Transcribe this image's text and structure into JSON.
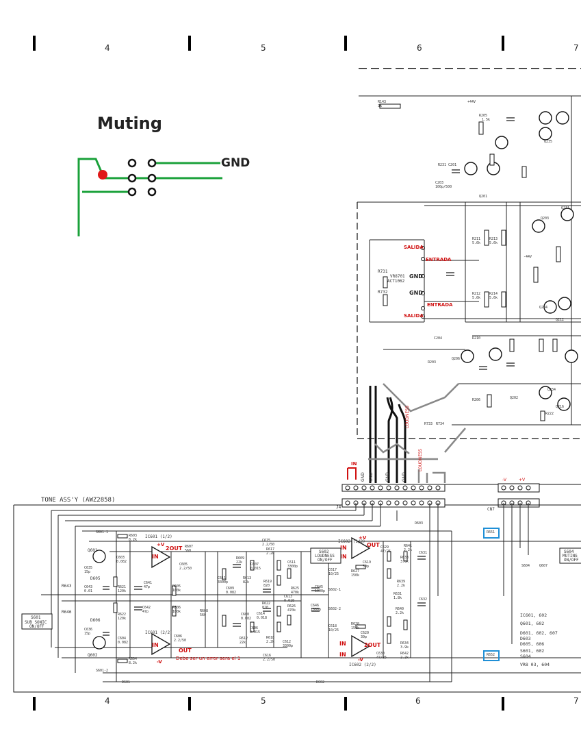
{
  "grid": {
    "top": [
      "4",
      "5",
      "6",
      "7"
    ],
    "bottom": [
      "4",
      "5",
      "6",
      "7"
    ]
  },
  "muting": {
    "title": "Muting",
    "gnd_label": "GND"
  },
  "assembly": {
    "name": "TONE ASS'Y (AWZ2858)",
    "connector_j": "J4",
    "connector_cn": "CN7"
  },
  "annotations": {
    "salida": "SALIDA",
    "entrada": "ENTRADA",
    "gnd": "GND",
    "in": "IN",
    "out": "OUT",
    "two_out": "2OUT",
    "loudness": "LOUDNESS",
    "minus_v": "-V",
    "plus_v": "+V",
    "note": "Debe ser un error sera el 1"
  },
  "switches": {
    "s601": "S601\nSUB SONIC\nON/OFF",
    "s602": "S602\nLOUDNESS\nON/OFF",
    "s604": "S604\nMUTING\nON/OFF"
  },
  "ic_labels": {
    "ic601a": "IC601 (1/2)",
    "ic601b": "IC601 (2/2)",
    "ic602a": "IC602 (1/2)",
    "ic602b": "IC602 (2/2)"
  },
  "parts": {
    "r643": "R643",
    "r646": "R646",
    "q601": "Q601",
    "q602": "Q602",
    "d605": "D605",
    "d606": "D606",
    "r651": "R651",
    "r652": "R652",
    "q607": "Q607",
    "s604a": "S604",
    "vr8701": "VR8701\nACT1062",
    "r731": "R731",
    "r732": "R732",
    "r733": "R733",
    "r734": "R734"
  },
  "legend": {
    "line1": "IC601, 602",
    "line2": "Q601, 602",
    "line3": "D601, 602, 607",
    "line4": "D603",
    "line5": "D605, 606",
    "line6": "S601, 602",
    "line7": "S604",
    "line8": "VR8 03, 604"
  }
}
